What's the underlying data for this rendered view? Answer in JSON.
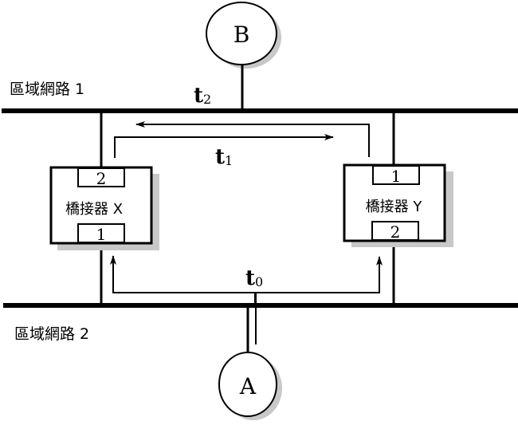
{
  "networks": {
    "lan1": {
      "label": "區域網路 1"
    },
    "lan2": {
      "label": "區域網路 2"
    }
  },
  "hosts": {
    "a": {
      "label": "A"
    },
    "b": {
      "label": "B"
    }
  },
  "bridges": {
    "x": {
      "label": "橋接器 X",
      "port_top": "2",
      "port_bottom": "1"
    },
    "y": {
      "label": "橋接器 Y",
      "port_top": "1",
      "port_bottom": "2"
    }
  },
  "times": {
    "t0": {
      "base": "t",
      "sub": "0"
    },
    "t1": {
      "base": "t",
      "sub": "1"
    },
    "t2": {
      "base": "t",
      "sub": "2"
    }
  },
  "colors": {
    "line": "#000000",
    "shadow": "#c8c8c8",
    "background": "#ffffff"
  }
}
